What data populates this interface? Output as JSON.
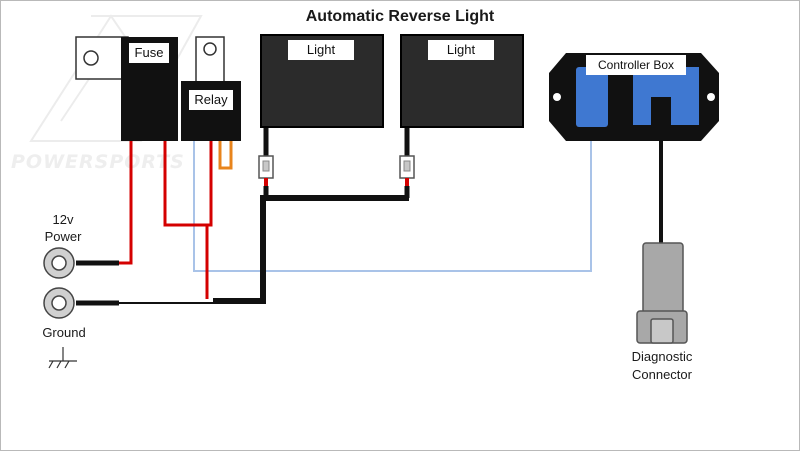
{
  "title": "Automatic Reverse Light",
  "watermark": {
    "logo_text": "POWERSPORTS"
  },
  "components": {
    "fuse": {
      "label": "Fuse"
    },
    "relay": {
      "label": "Relay"
    },
    "light_left": {
      "label": "Light"
    },
    "light_right": {
      "label": "Light"
    },
    "controller": {
      "label": "Controller Box"
    }
  },
  "terminals": {
    "power": {
      "line1": "12v",
      "line2": "Power"
    },
    "ground": {
      "label": "Ground"
    }
  },
  "diagnostic": {
    "line1": "Diagnostic",
    "line2": "Connector"
  },
  "colors": {
    "wire_black": "#111111",
    "wire_red": "#d40000",
    "wire_blue": "#a9c3e8",
    "wire_orange": "#e8841c",
    "component_body": "#2b2b2b",
    "controller_slot": "#3f78d1"
  }
}
